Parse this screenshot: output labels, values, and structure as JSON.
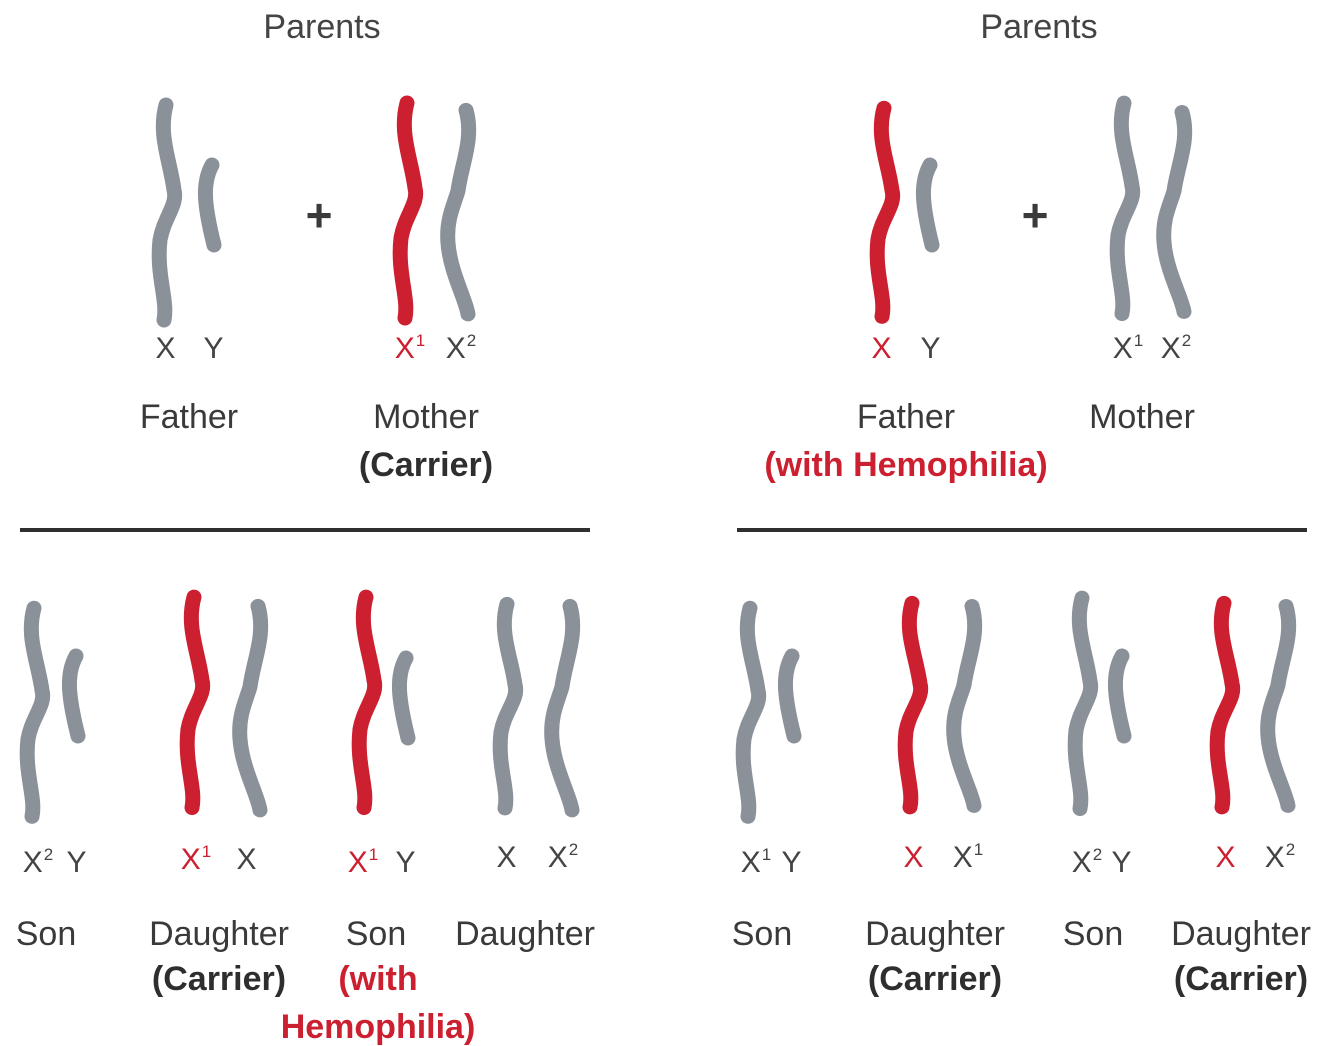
{
  "colors": {
    "normal": "#8a9198",
    "affected": "#cc1f2f",
    "text": "#3a3a3a",
    "rule": "#2f2f2f"
  },
  "left": {
    "title": "Parents",
    "plus": "+",
    "father": {
      "name": "Father",
      "a1": "X",
      "a1_sup": "",
      "a2": "Y",
      "a2_sup": ""
    },
    "mother": {
      "name": "Mother",
      "note": "(Carrier)",
      "a1": "X",
      "a1_sup": "1",
      "a2": "X",
      "a2_sup": "2"
    },
    "children": [
      {
        "name": "Son",
        "note": "",
        "note2": "",
        "a1": "X",
        "a1_sup": "2",
        "a2": "Y",
        "a2_sup": ""
      },
      {
        "name": "Daughter",
        "note": "(Carrier)",
        "note2": "",
        "a1": "X",
        "a1_sup": "1",
        "a2": "X",
        "a2_sup": ""
      },
      {
        "name": "Son",
        "note": "(with",
        "note2": "Hemophilia)",
        "a1": "X",
        "a1_sup": "1",
        "a2": "Y",
        "a2_sup": ""
      },
      {
        "name": "Daughter",
        "note": "",
        "note2": "",
        "a1": "X",
        "a1_sup": "",
        "a2": "X",
        "a2_sup": "2"
      }
    ]
  },
  "right": {
    "title": "Parents",
    "plus": "+",
    "father": {
      "name": "Father",
      "note": "(with Hemophilia)",
      "a1": "X",
      "a1_sup": "",
      "a2": "Y",
      "a2_sup": ""
    },
    "mother": {
      "name": "Mother",
      "a1": "X",
      "a1_sup": "1",
      "a2": "X",
      "a2_sup": "2"
    },
    "children": [
      {
        "name": "Son",
        "note": "",
        "a1": "X",
        "a1_sup": "1",
        "a2": "Y",
        "a2_sup": ""
      },
      {
        "name": "Daughter",
        "note": "(Carrier)",
        "a1": "X",
        "a1_sup": "",
        "a2": "X",
        "a2_sup": "1"
      },
      {
        "name": "Son",
        "note": "",
        "a1": "X",
        "a1_sup": "2",
        "a2": "Y",
        "a2_sup": ""
      },
      {
        "name": "Daughter",
        "note": "(Carrier)",
        "a1": "X",
        "a1_sup": "",
        "a2": "X",
        "a2_sup": "2"
      }
    ]
  }
}
